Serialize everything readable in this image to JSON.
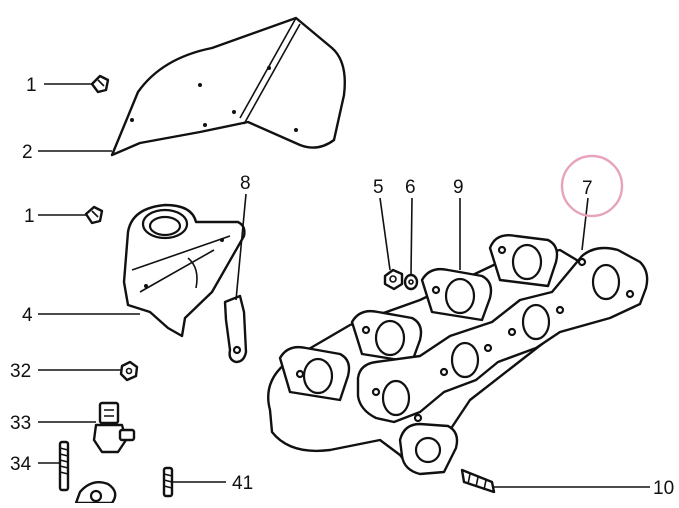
{
  "callouts": [
    {
      "id": "1a",
      "label": "1"
    },
    {
      "id": "2",
      "label": "2"
    },
    {
      "id": "1b",
      "label": "1"
    },
    {
      "id": "4",
      "label": "4"
    },
    {
      "id": "32",
      "label": "32"
    },
    {
      "id": "33",
      "label": "33"
    },
    {
      "id": "34",
      "label": "34"
    },
    {
      "id": "41",
      "label": "41"
    },
    {
      "id": "5",
      "label": "5"
    },
    {
      "id": "6",
      "label": "6"
    },
    {
      "id": "9",
      "label": "9"
    },
    {
      "id": "7",
      "label": "7"
    },
    {
      "id": "8",
      "label": "8"
    },
    {
      "id": "10",
      "label": "10"
    }
  ],
  "highlight": {
    "label": "7",
    "color": "#e7a3bd"
  },
  "colors": {
    "ink": "#111111",
    "paper": "#ffffff"
  }
}
